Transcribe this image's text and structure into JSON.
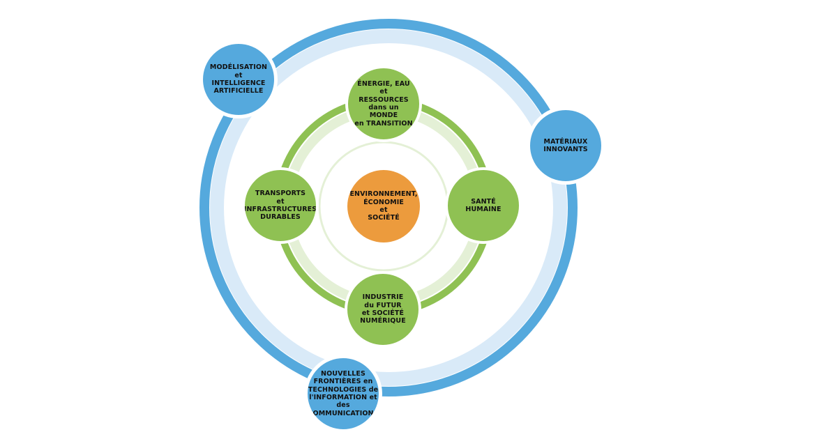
{
  "colors": {
    "outer_ring": "#55a9dd",
    "outer_ring_inner": "#d9eaf8",
    "inner_ring": "#8fc153",
    "inner_ring_inner": "#e4f0d6",
    "blue_node": "#55a9dd",
    "green_node": "#8fc153",
    "center_node": "#ec9b3d"
  },
  "center": {
    "label": "ENVIRONNEMENT,\nÉCONOMIE\net\nSOCIÉTÉ"
  },
  "inner_nodes": [
    {
      "id": "energie",
      "label": "ÉNERGIE, EAU\net RESSOURCES\ndans un MONDE\nen TRANSITION"
    },
    {
      "id": "sante",
      "label": "SANTÉ HUMAINE"
    },
    {
      "id": "industrie",
      "label": "INDUSTRIE\ndu FUTUR\net SOCIÉTÉ\nNUMÉRIQUE"
    },
    {
      "id": "transports",
      "label": "TRANSPORTS\net\nINFRASTRUCTURES\nDURABLES"
    }
  ],
  "outer_nodes": [
    {
      "id": "modelisation",
      "label": "MODÉLISATION\net\nINTELLIGENCE\nARTIFICIELLE"
    },
    {
      "id": "materiaux",
      "label": "MATÉRIAUX\nINNOVANTS"
    },
    {
      "id": "nouvelles",
      "label": "NOUVELLES\nFRONTIÈRES en\nTECHNOLOGIES de\nl'INFORMATION et des\nCOMMUNICATIONS"
    }
  ]
}
